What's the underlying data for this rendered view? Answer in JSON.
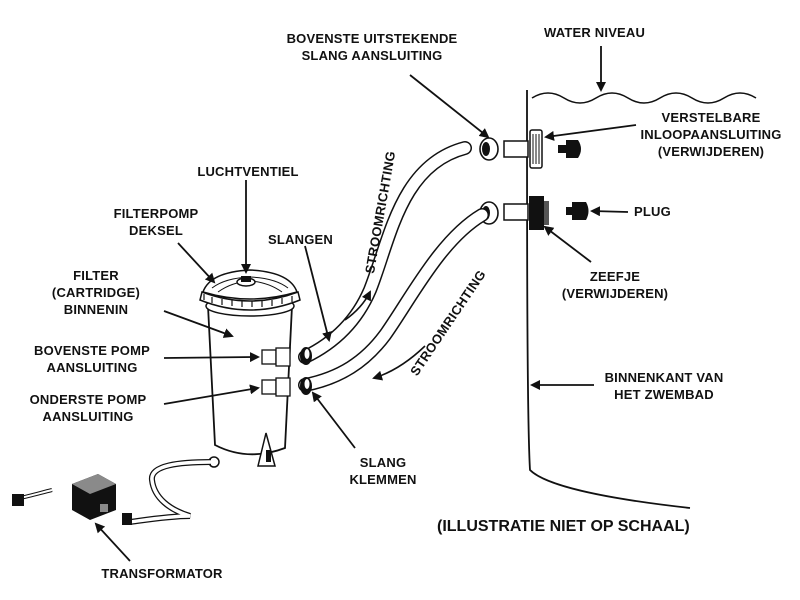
{
  "labels": {
    "upper_hose_connection": "BOVENSTE UITSTEKENDE\nSLANG AANSLUITING",
    "water_level": "WATER NIVEAU",
    "adjustable_inlet": "VERSTELBARE\nINLOOPAANSLUITING\n(VERWIJDEREN)",
    "plug": "PLUG",
    "strainer": "ZEEFJE\n(VERWIJDEREN)",
    "pool_inside_wall": "BINNENKANT VAN\nHET ZWEMBAD",
    "air_valve": "LUCHTVENTIEL",
    "pump_lid": "FILTERPOMP\nDEKSEL",
    "hoses": "SLANGEN",
    "filter_cartridge": "FILTER\n(CARTRIDGE)\nBINNENIN",
    "upper_pump_connection": "BOVENSTE POMP\nAANSLUITING",
    "lower_pump_connection": "ONDERSTE POMP\nAANSLUITING",
    "hose_clamps": "SLANG\nKLEMMEN",
    "transformer": "TRANSFORMATOR",
    "flow_direction_1": "STROOMRICHTING",
    "flow_direction_2": "STROOMRICHTING",
    "not_to_scale": "(ILLUSTRATIE NIET OP SCHAAL)"
  },
  "colors": {
    "ink": "#111111",
    "background": "#ffffff",
    "shade": "#8a8a8a"
  }
}
